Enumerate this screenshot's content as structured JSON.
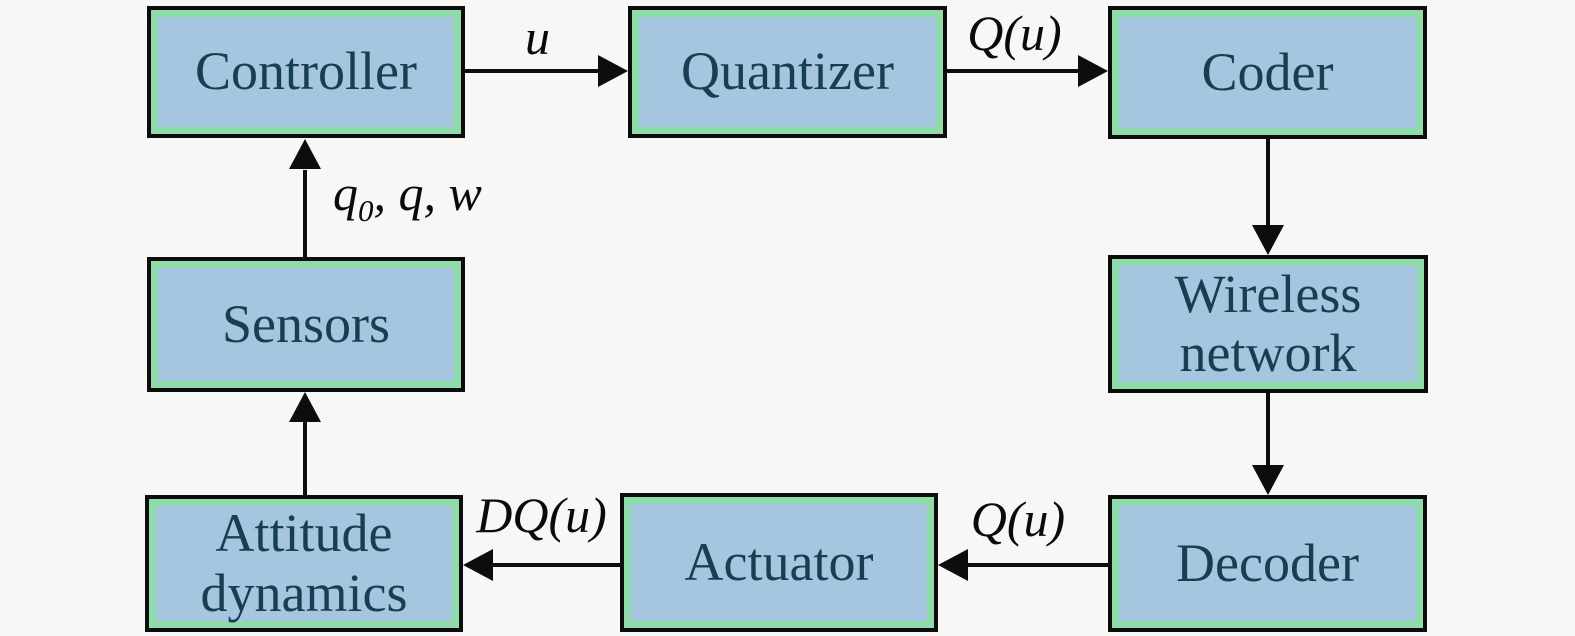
{
  "figure": {
    "background": "#f7f7f5",
    "node_fill": "#a6c6e0",
    "node_inner_border": "#8edcaa",
    "node_outer_border": "#0d0d0d",
    "node_text_color": "#173f52",
    "arrow_color": "#0d0d0d",
    "nodes": [
      {
        "id": "controller",
        "label": "Controller"
      },
      {
        "id": "quantizer",
        "label": "Quantizer"
      },
      {
        "id": "coder",
        "label": "Coder"
      },
      {
        "id": "wireless-network",
        "label": "Wireless\nnetwork"
      },
      {
        "id": "decoder",
        "label": "Decoder"
      },
      {
        "id": "actuator",
        "label": "Actuator"
      },
      {
        "id": "attitude-dynamics",
        "label": "Attitude\ndynamics"
      },
      {
        "id": "sensors",
        "label": "Sensors"
      }
    ],
    "edges": [
      {
        "from": "Controller",
        "to": "Quantizer",
        "label": "u"
      },
      {
        "from": "Quantizer",
        "to": "Coder",
        "label": "Q(u)"
      },
      {
        "from": "Coder",
        "to": "Wireless network",
        "label": ""
      },
      {
        "from": "Wireless network",
        "to": "Decoder",
        "label": ""
      },
      {
        "from": "Decoder",
        "to": "Actuator",
        "label": "Q(u)"
      },
      {
        "from": "Actuator",
        "to": "Attitude dynamics",
        "label": "DQ(u)"
      },
      {
        "from": "Attitude dynamics",
        "to": "Sensors",
        "label": ""
      },
      {
        "from": "Sensors",
        "to": "Controller",
        "label": {
          "base": "q",
          "sub": "0",
          "rest": ", q, w"
        }
      }
    ]
  }
}
